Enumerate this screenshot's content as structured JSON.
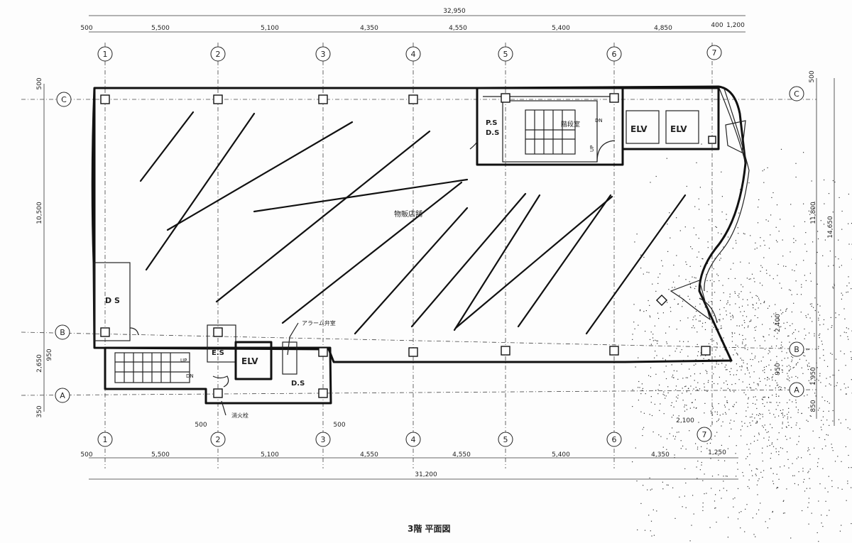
{
  "title": "3階 平面図",
  "top_dims": {
    "total": "32,950",
    "segments": [
      "500",
      "5,500",
      "5,100",
      "4,350",
      "4,550",
      "5,400",
      "4,850",
      "400",
      "1,200"
    ]
  },
  "bottom_dims": {
    "total": "31,200",
    "segments": [
      "500",
      "5,500",
      "5,100",
      "4,550",
      "4,550",
      "5,400",
      "4,350"
    ],
    "small": [
      "500",
      "500",
      "2,100",
      "1,250"
    ]
  },
  "left_dims": [
    "500",
    "10,500",
    "2,650",
    "950",
    "350"
  ],
  "right_dims": [
    "500",
    "11,800",
    "14,650",
    "2,400",
    "950",
    "1,950",
    "850"
  ],
  "axes_numbered": [
    "1",
    "2",
    "3",
    "4",
    "5",
    "6",
    "7"
  ],
  "axes_lettered": [
    "A",
    "B",
    "C"
  ],
  "rooms": {
    "main_hall": "物販店舗",
    "stair_core": "階段室",
    "ps_ds_top": "P.S",
    "ps_ds_bottom": "D.S",
    "elv1": "ELV",
    "elv2": "ELV",
    "elv3": "ELV",
    "ds_left": "D S",
    "es": "E.S",
    "ds_bottom": "D.S",
    "alarm": "アラーム弁室",
    "fire_valve": "消火栓",
    "dn": "DN",
    "up1": "UP",
    "up2": "UP",
    "dn2": "DN"
  }
}
